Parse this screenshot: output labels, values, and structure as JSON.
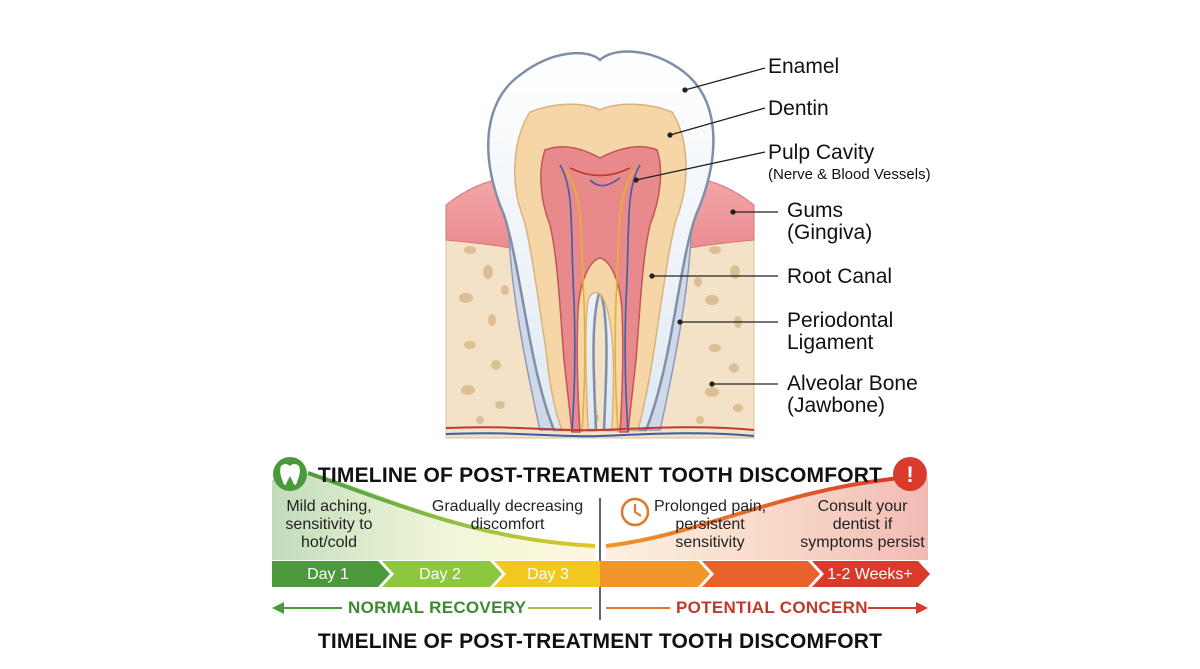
{
  "labels": {
    "enamel": "Enamel",
    "dentin": "Dentin",
    "pulp": "Pulp Cavity",
    "pulp_sub": "(Nerve & Blood Vessels)",
    "gums": "Gums",
    "gums_sub": "(Gingiva)",
    "root_canal": "Root Canal",
    "periodontal_1": "Periodontal",
    "periodontal_2": "Ligament",
    "bone_1": "Alveolar Bone",
    "bone_2": "(Jawbone)"
  },
  "timeline": {
    "title": "TIMELINE OF POST-TREATMENT TOOTH DISCOMFORT",
    "bottom_title": "TIMELINE OF POST-TREATMENT TOOTH DISCOMFORT",
    "phase1": [
      "Mild aching,",
      "sensitivity to",
      "hot/cold"
    ],
    "phase2": [
      "Gradually decreasing",
      "discomfort"
    ],
    "phase3": [
      "Prolonged pain,",
      "persistent",
      "sensitivity"
    ],
    "phase4": [
      "Consult your",
      "dentist if",
      "symptoms persist"
    ],
    "days": [
      "Day 1",
      "Day 2",
      "Day 3",
      "1-2 Weeks+"
    ],
    "normal": "NORMAL RECOVERY",
    "concern": "POTENTIAL CONCERN",
    "alert_mark": "!"
  },
  "colors": {
    "green": "#4a9a3c",
    "light_green": "#8dc63f",
    "yellow": "#f2c81e",
    "orange": "#f0962a",
    "red": "#d93a2b",
    "dark_red": "#c0392b"
  }
}
